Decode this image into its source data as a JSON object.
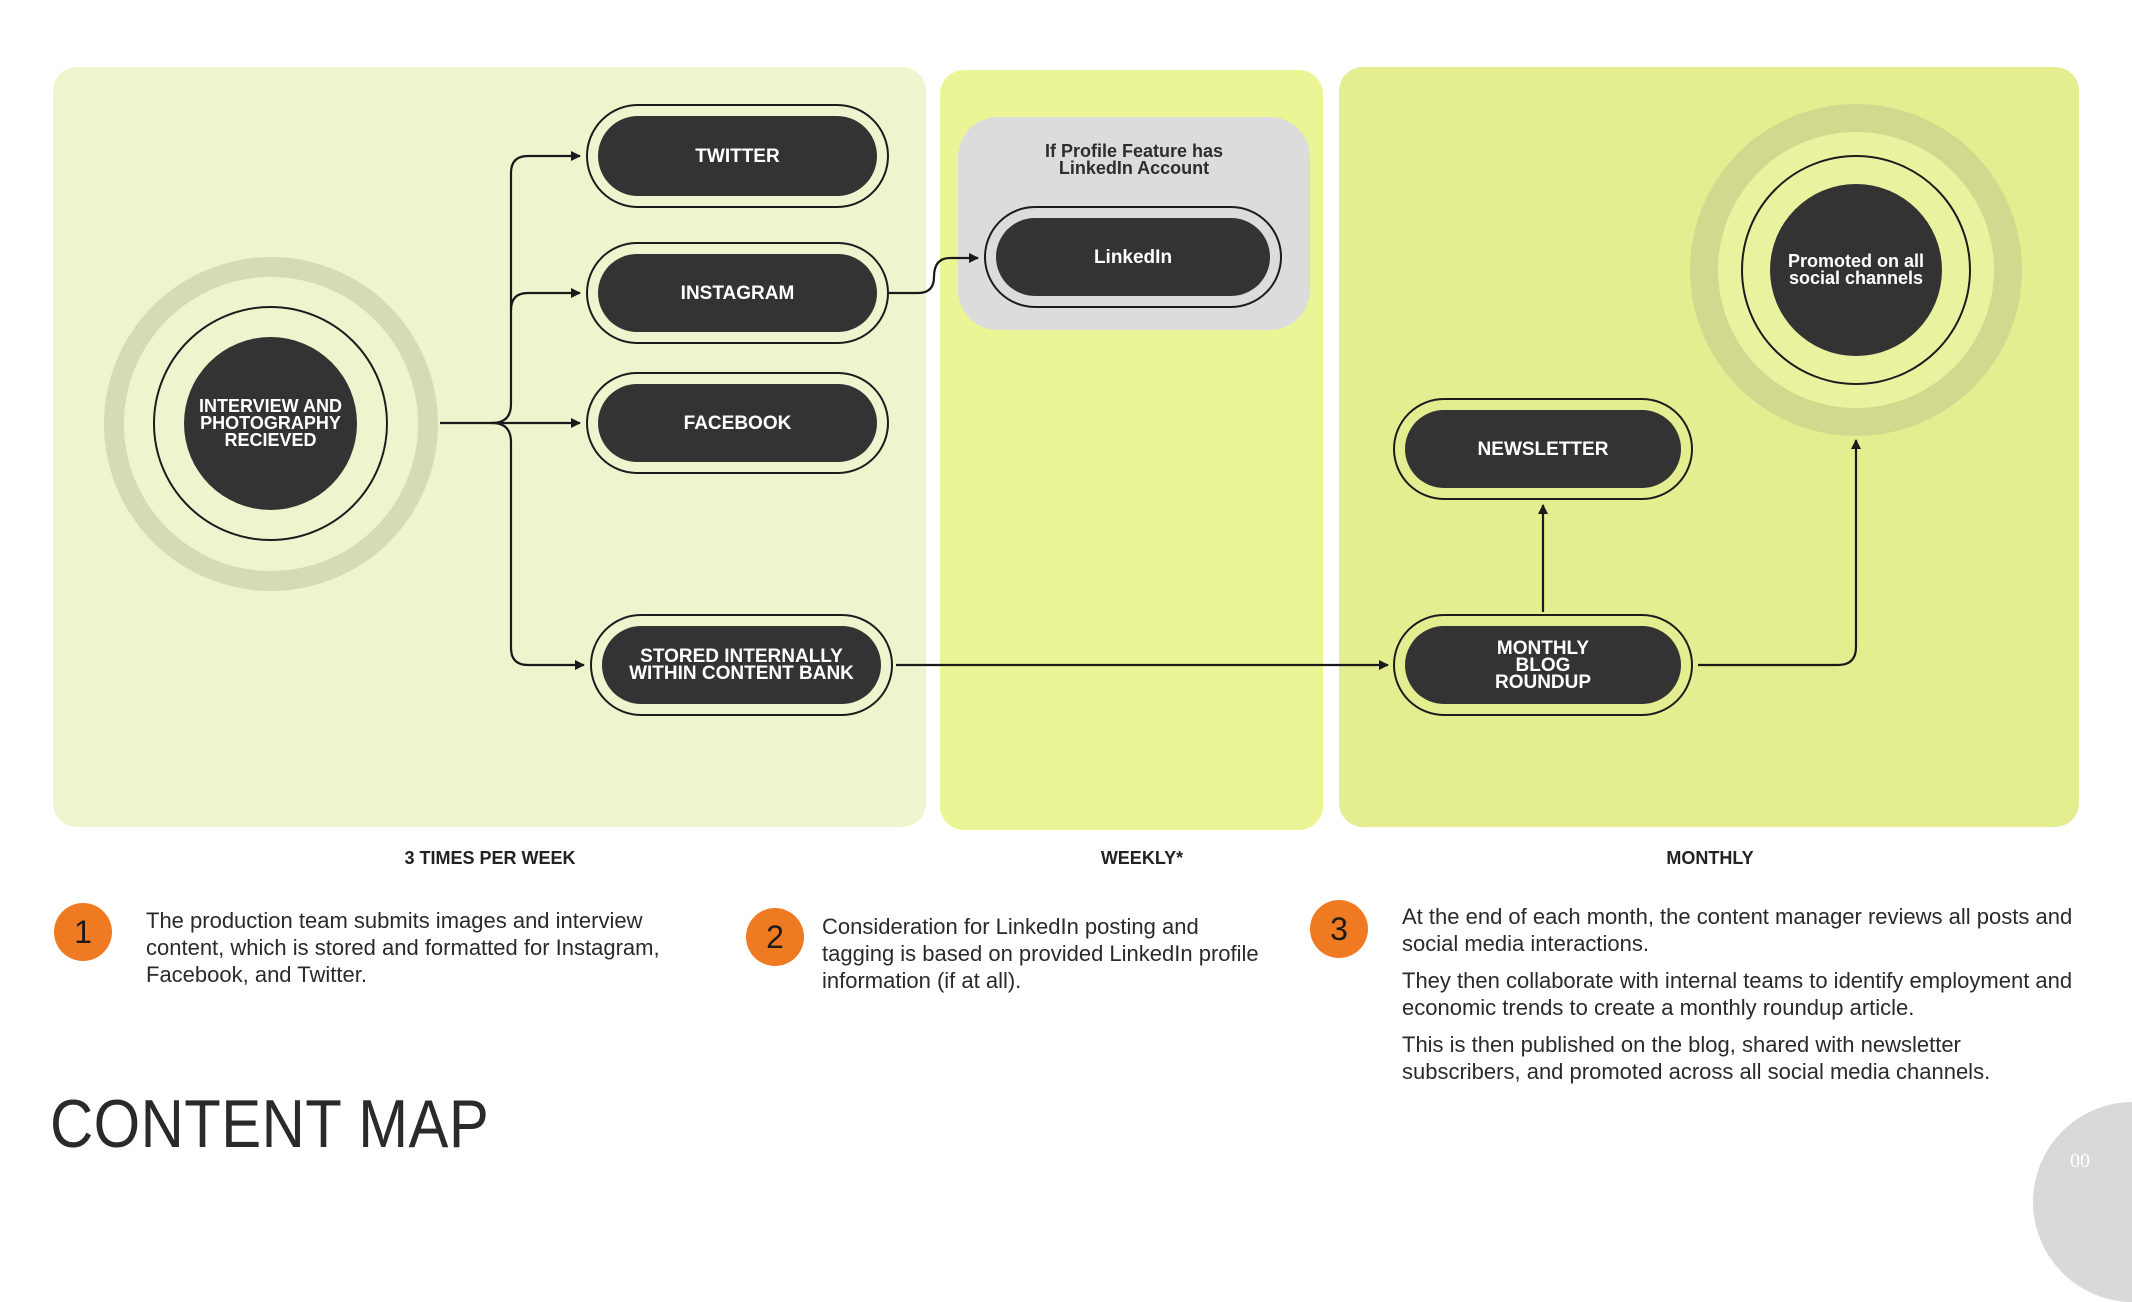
{
  "diagram": {
    "start_node": "INTERVIEW AND PHOTOGRAPHY RECIEVED",
    "channels": {
      "twitter": "TWITTER",
      "instagram": "INSTAGRAM",
      "facebook": "FACEBOOK",
      "content_bank": "STORED INTERNALLY WITHIN CONTENT BANK"
    },
    "linkedin_condition": "If Profile Feature has LinkedIn Account",
    "linkedin": "LinkedIn",
    "newsletter": "NEWSLETTER",
    "blog_roundup": "MONTHLY BLOG ROUNDUP",
    "promoted": "Promoted on all social channels"
  },
  "frequencies": {
    "col1": "3 TIMES PER WEEK",
    "col2": "WEEKLY*",
    "col3": "MONTHLY"
  },
  "steps": [
    {
      "number": "1",
      "text": "The production team submits images and interview content, which is stored and formatted for Instagram, Facebook, and Twitter."
    },
    {
      "number": "2",
      "text": "Consideration for LinkedIn posting and tagging is based on provided LinkedIn profile information (if at all)."
    },
    {
      "number": "3",
      "paragraphs": [
        "At the end of each month, the content manager reviews all posts and social media interactions.",
        "They then collaborate with internal teams to identify employment and economic trends to create a monthly roundup article.",
        "This is then published on the blog, shared with newsletter subscribers, and promoted across all social media channels."
      ]
    }
  ],
  "title": "CONTENT MAP",
  "page_number": "00",
  "colors": {
    "panel1": "#eff4cf",
    "panel2": "#ecf596",
    "panel3": "#e4ed90",
    "node_fill": "#333333",
    "badge": "#f07a21"
  }
}
